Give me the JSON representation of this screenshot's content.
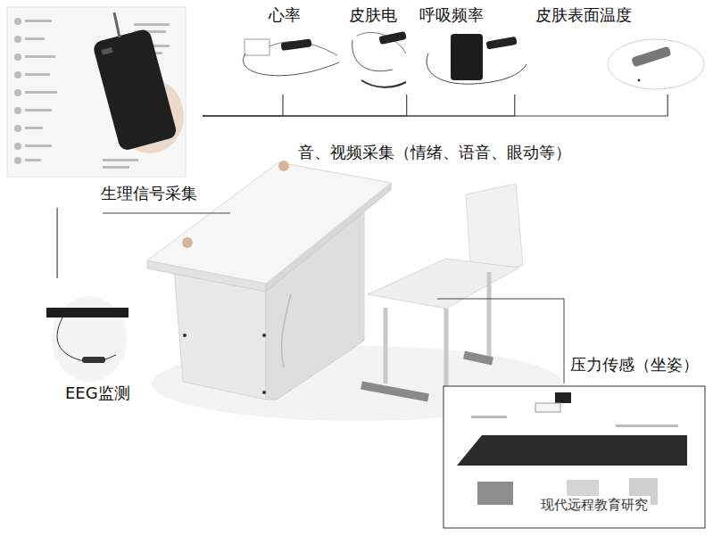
{
  "diagram": {
    "nodes": [
      {
        "text": [
          "心率"
        ]
      },
      {
        "text": [
          "皮肤电"
        ]
      },
      {
        "text": [
          "呼吸频率"
        ]
      },
      {
        "text": [
          "皮肤表面温度"
        ]
      },
      {
        "text": [
          "生理信号采集"
        ]
      },
      {
        "text": [
          "EEG监测"
        ]
      },
      {
        "text": [
          "压力传感（坐姿）"
        ]
      }
    ],
    "edges": [
      {
        "from": 4,
        "to": 0,
        "arrow": "none"
      },
      {
        "from": 4,
        "to": 1,
        "arrow": "none"
      },
      {
        "from": 4,
        "to": 2,
        "arrow": "none"
      },
      {
        "from": 4,
        "to": 3,
        "arrow": "none"
      },
      {
        "from": 4,
        "to": 5,
        "arrow": "none"
      }
    ],
    "labels": [
      "音、视频采集（情绪、语音、眼动等）",
      "现代远程教育研究"
    ]
  }
}
